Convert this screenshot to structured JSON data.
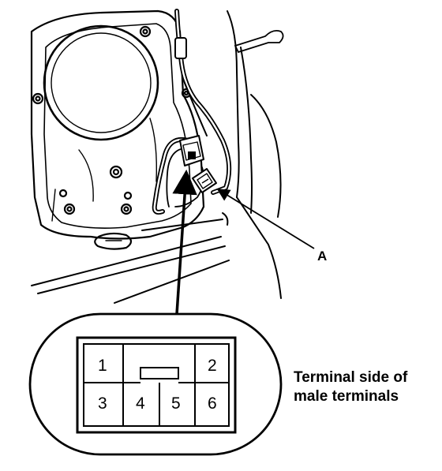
{
  "callout": {
    "label": "A"
  },
  "connector": {
    "pins": [
      "1",
      "2",
      "3",
      "4",
      "5",
      "6"
    ]
  },
  "caption": {
    "line1": "Terminal side of",
    "line2": "male terminals"
  }
}
